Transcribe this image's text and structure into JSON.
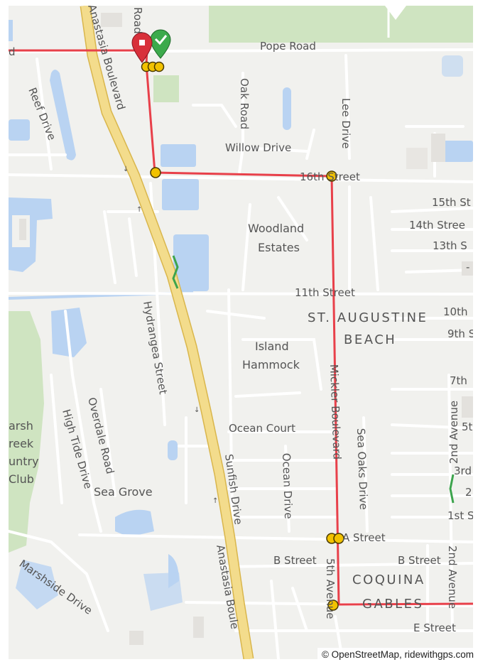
{
  "attribution": "© OpenStreetMap, ridewithgps.com",
  "streets": {
    "pope_road": "Pope Road",
    "road_fragment_top": "Road",
    "road_fragment_left": "d",
    "anastasia_blvd": "Anastasia Boulevard",
    "anastasia_blvd_lower": "Anastasia Boule",
    "reef_drive": "Reef Drive",
    "oak_road": "Oak Road",
    "lee_drive": "Lee Drive",
    "willow_drive": "Willow Drive",
    "sixteenth_street": "16th Street",
    "fifteenth": "15th St",
    "fourteenth": "14th Stree",
    "thirteenth": "13th S",
    "eleventh_street": "11th Street",
    "tenth": "10th",
    "ninth": "9th S",
    "seventh": "7th",
    "fifth": "5t",
    "third": "3rd",
    "second": "2",
    "first": "1st S",
    "hydrangea_street": "Hydrangea Street",
    "mickler_blvd": "Mickler Boulevard",
    "sea_oaks_drive": "Sea Oaks Drive",
    "ocean_court": "Ocean Court",
    "ocean_drive": "Ocean Drive",
    "sunfish_drive": "Sunfish Drive",
    "overdale_road": "Overdale Road",
    "high_tide_drive": "High Tide Drive",
    "marshside_drive": "Marshside Drive",
    "a_street": "A Street",
    "b_street_left": "B Street",
    "b_street_right": "B Street",
    "fifth_avenue": "5th Avenue",
    "second_avenue_top": "2nd Avenue",
    "second_avenue_bottom": "2nd Avenue",
    "e_street": "E Street"
  },
  "places": {
    "woodland": [
      "Woodland",
      "Estates"
    ],
    "st_augustine": [
      "ST. AUGUSTINE",
      "BEACH"
    ],
    "island_hammock": [
      "Island",
      "Hammock"
    ],
    "sea_grove": "Sea Grove",
    "coquina": [
      "COQUINA",
      "GABLES"
    ],
    "marsh_creek": [
      "arsh",
      "reek",
      "untry",
      "Club"
    ]
  },
  "colors": {
    "route": "#e8404a",
    "waypoint": "#f2c200",
    "highway": "#f3dc8c",
    "water": "#b9d3f2",
    "park": "#cfe4c1"
  }
}
